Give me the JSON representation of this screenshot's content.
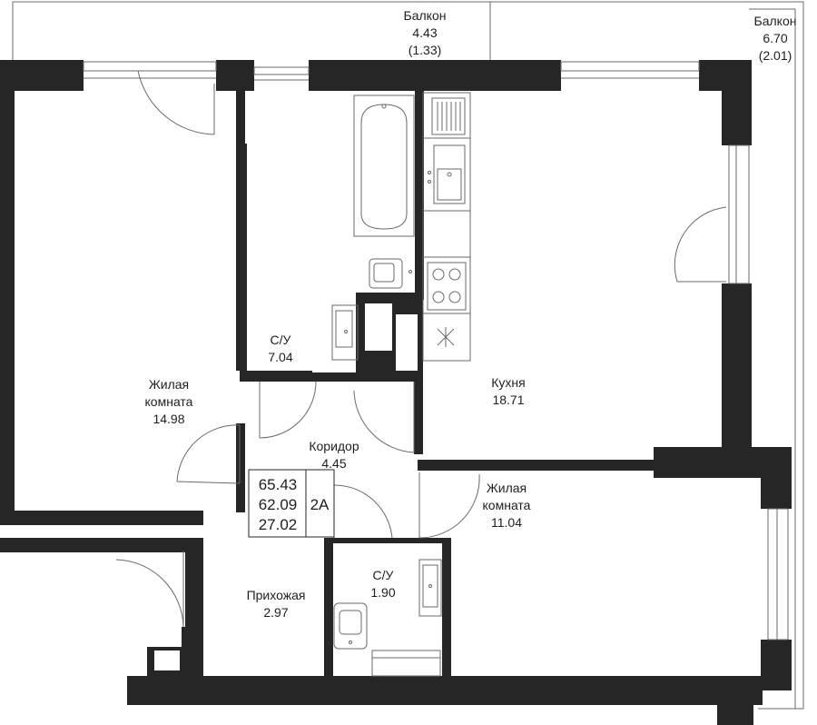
{
  "rooms": [
    {
      "name": "Балкон",
      "area": "4.43",
      "extra": "(1.33)"
    },
    {
      "name": "Балкон",
      "area": "6.70",
      "extra": "(2.01)"
    },
    {
      "name": "С/У",
      "area": "7.04"
    },
    {
      "name": "Жилая",
      "name2": "комната",
      "area": "14.98"
    },
    {
      "name": "Кухня",
      "area": "18.71"
    },
    {
      "name": "Коридор",
      "area": "4.45"
    },
    {
      "name": "Жилая",
      "name2": "комната",
      "area": "11.04"
    },
    {
      "name": "С/У",
      "area": "1.90"
    },
    {
      "name": "Прихожая",
      "area": "2.97"
    }
  ],
  "summary": {
    "total_area": "65.43",
    "net_area": "62.09",
    "living_area": "27.02",
    "apartment_type": "2А"
  },
  "colors": {
    "wall": "#262626",
    "fixture_line": "#6a6a6a",
    "background": "#ffffff"
  }
}
